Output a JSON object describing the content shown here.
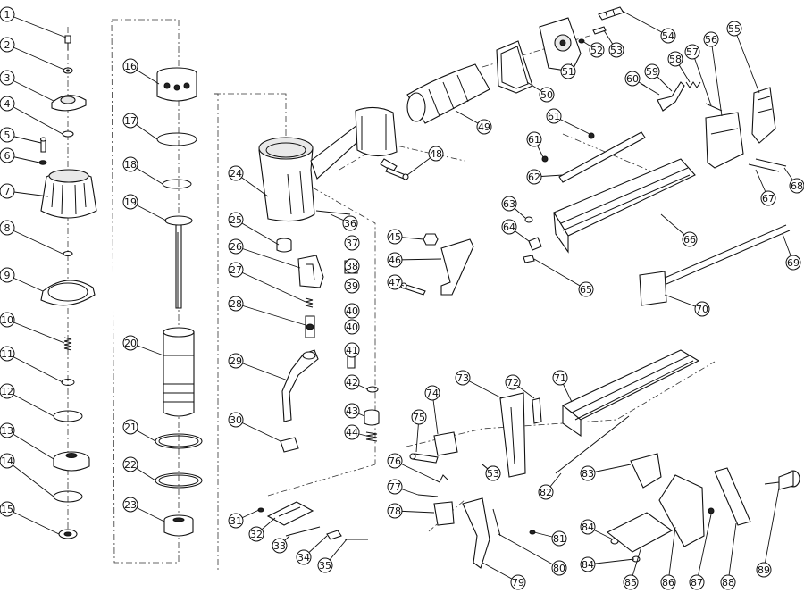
{
  "diagram": {
    "callouts": [
      {
        "id": "c1",
        "label": "1"
      },
      {
        "id": "c2",
        "label": "2"
      },
      {
        "id": "c3",
        "label": "3"
      },
      {
        "id": "c4",
        "label": "4"
      },
      {
        "id": "c5",
        "label": "5"
      },
      {
        "id": "c6",
        "label": "6"
      },
      {
        "id": "c7",
        "label": "7"
      },
      {
        "id": "c8",
        "label": "8"
      },
      {
        "id": "c9",
        "label": "9"
      },
      {
        "id": "c10",
        "label": "10"
      },
      {
        "id": "c11",
        "label": "11"
      },
      {
        "id": "c12",
        "label": "12"
      },
      {
        "id": "c13",
        "label": "13"
      },
      {
        "id": "c14",
        "label": "14"
      },
      {
        "id": "c15",
        "label": "15"
      },
      {
        "id": "c16",
        "label": "16"
      },
      {
        "id": "c17",
        "label": "17"
      },
      {
        "id": "c18",
        "label": "18"
      },
      {
        "id": "c19",
        "label": "19"
      },
      {
        "id": "c20",
        "label": "20"
      },
      {
        "id": "c21",
        "label": "21"
      },
      {
        "id": "c22",
        "label": "22"
      },
      {
        "id": "c23",
        "label": "23"
      },
      {
        "id": "c24",
        "label": "24"
      },
      {
        "id": "c25",
        "label": "25"
      },
      {
        "id": "c26",
        "label": "26"
      },
      {
        "id": "c27",
        "label": "27"
      },
      {
        "id": "c28",
        "label": "28"
      },
      {
        "id": "c29",
        "label": "29"
      },
      {
        "id": "c30",
        "label": "30"
      },
      {
        "id": "c31",
        "label": "31"
      },
      {
        "id": "c32",
        "label": "32"
      },
      {
        "id": "c33",
        "label": "33"
      },
      {
        "id": "c34",
        "label": "34"
      },
      {
        "id": "c35",
        "label": "35"
      },
      {
        "id": "c36",
        "label": "36"
      },
      {
        "id": "c37",
        "label": "37"
      },
      {
        "id": "c38",
        "label": "38"
      },
      {
        "id": "c39",
        "label": "39"
      },
      {
        "id": "c40a",
        "label": "40"
      },
      {
        "id": "c40b",
        "label": "40"
      },
      {
        "id": "c41",
        "label": "41"
      },
      {
        "id": "c42",
        "label": "42"
      },
      {
        "id": "c43",
        "label": "43"
      },
      {
        "id": "c44",
        "label": "44"
      },
      {
        "id": "c45",
        "label": "45"
      },
      {
        "id": "c46",
        "label": "46"
      },
      {
        "id": "c47",
        "label": "47"
      },
      {
        "id": "c48",
        "label": "48"
      },
      {
        "id": "c49",
        "label": "49"
      },
      {
        "id": "c50",
        "label": "50"
      },
      {
        "id": "c51",
        "label": "51"
      },
      {
        "id": "c52",
        "label": "52"
      },
      {
        "id": "c53a",
        "label": "53"
      },
      {
        "id": "c54",
        "label": "54"
      },
      {
        "id": "c55a",
        "label": "55"
      },
      {
        "id": "c56",
        "label": "56"
      },
      {
        "id": "c57",
        "label": "57"
      },
      {
        "id": "c58",
        "label": "58"
      },
      {
        "id": "c59",
        "label": "59"
      },
      {
        "id": "c60",
        "label": "60"
      },
      {
        "id": "c61a",
        "label": "61"
      },
      {
        "id": "c61b",
        "label": "61"
      },
      {
        "id": "c62",
        "label": "62"
      },
      {
        "id": "c63",
        "label": "63"
      },
      {
        "id": "c64",
        "label": "64"
      },
      {
        "id": "c65",
        "label": "65"
      },
      {
        "id": "c66",
        "label": "66"
      },
      {
        "id": "c67",
        "label": "67"
      },
      {
        "id": "c68",
        "label": "68"
      },
      {
        "id": "c69",
        "label": "69"
      },
      {
        "id": "c70",
        "label": "70"
      },
      {
        "id": "c71",
        "label": "71"
      },
      {
        "id": "c72",
        "label": "72"
      },
      {
        "id": "c73",
        "label": "73"
      },
      {
        "id": "c74",
        "label": "74"
      },
      {
        "id": "c75",
        "label": "75"
      },
      {
        "id": "c76",
        "label": "76"
      },
      {
        "id": "c77",
        "label": "77"
      },
      {
        "id": "c78",
        "label": "78"
      },
      {
        "id": "c79",
        "label": "79"
      },
      {
        "id": "c80",
        "label": "80"
      },
      {
        "id": "c81",
        "label": "81"
      },
      {
        "id": "c82",
        "label": "82"
      },
      {
        "id": "c83",
        "label": "83"
      },
      {
        "id": "c84a",
        "label": "84"
      },
      {
        "id": "c84b",
        "label": "84"
      },
      {
        "id": "c85",
        "label": "85"
      },
      {
        "id": "c86",
        "label": "86"
      },
      {
        "id": "c87",
        "label": "87"
      },
      {
        "id": "c88",
        "label": "88"
      },
      {
        "id": "c89",
        "label": "89"
      },
      {
        "id": "c55b",
        "label": "55"
      },
      {
        "id": "c53b",
        "label": "53"
      }
    ]
  }
}
